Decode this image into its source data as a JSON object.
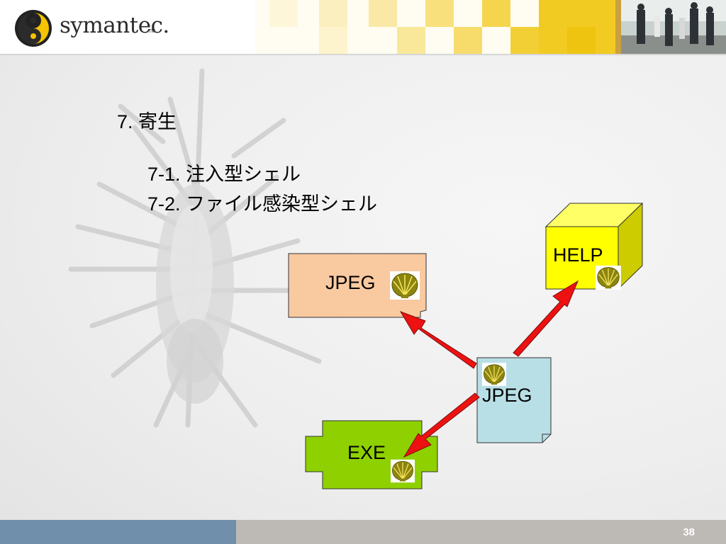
{
  "brand": {
    "logo_text": "symantec.",
    "trademark": "TM"
  },
  "slide": {
    "heading": "7. 寄生",
    "items": [
      "7-1. 注入型シェル",
      "7-2. ファイル感染型シェル"
    ]
  },
  "diagram": {
    "jpeg_target_label": "JPEG",
    "help_label": "HELP",
    "jpeg_source_label": "JPEG",
    "exe_label": "EXE",
    "arrow_color": "#ee1111",
    "icon": "shell-icon"
  },
  "colors": {
    "jpeg_target_fill": "#f9c9a0",
    "help_fill": "#ffff00",
    "jpeg_source_fill": "#b9dfe6",
    "exe_fill": "#8fd000",
    "footer_blue": "#6f8faa",
    "footer_gray": "#bdbab6"
  },
  "footer": {
    "page_number": "38"
  }
}
